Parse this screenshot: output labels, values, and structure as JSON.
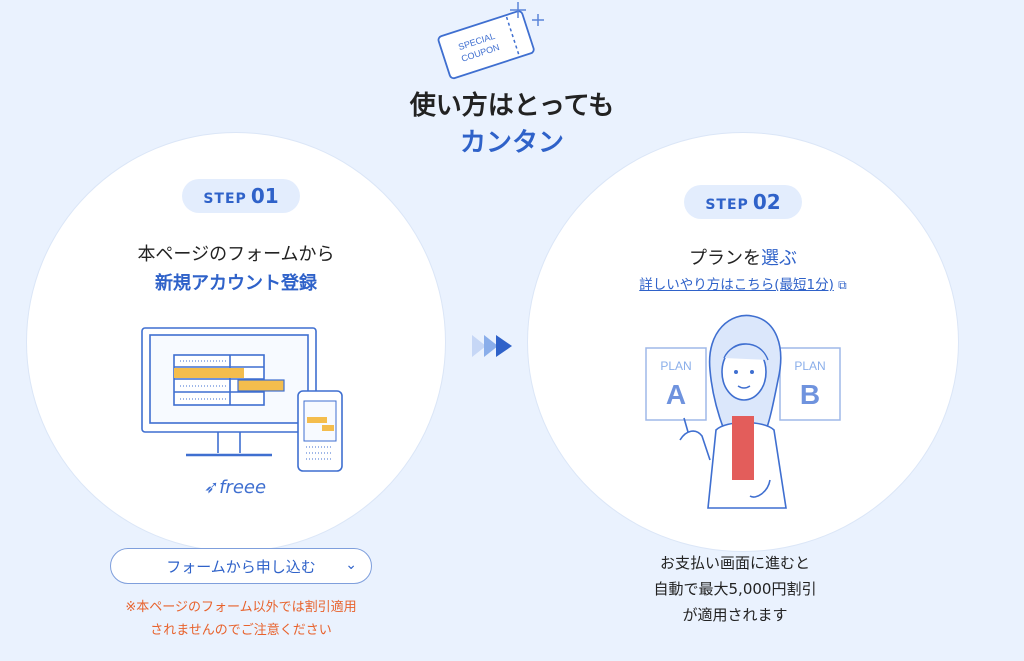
{
  "coupon": {
    "line1": "SPECIAL",
    "line2": "COUPON"
  },
  "heading": {
    "line1": "使い方はとっても",
    "line2": "カンタン"
  },
  "step1": {
    "label": "STEP",
    "number": "01",
    "line1": "本ページのフォームから",
    "line2": "新規アカウント登録",
    "brand": "freee",
    "cta": "フォームから申し込む",
    "note_line1": "※本ページのフォーム以外では割引適用",
    "note_line2": "されませんのでご注意ください"
  },
  "step2": {
    "label": "STEP",
    "number": "02",
    "line1_a": "プランを",
    "line1_b": "選ぶ",
    "link": "詳しいやり方はこちら(最短1分)",
    "plan_a_label": "PLAN",
    "plan_a_letter": "A",
    "plan_b_label": "PLAN",
    "plan_b_letter": "B",
    "bottom_line1": "お支払い画面に進むと",
    "bottom_line2": "自動で最大5,000円割引",
    "bottom_line3": "が適用されます"
  },
  "colors": {
    "accent": "#2f62c9",
    "note": "#e8622c",
    "background": "#eaf2fe",
    "highlight": "#f4bd4d"
  }
}
